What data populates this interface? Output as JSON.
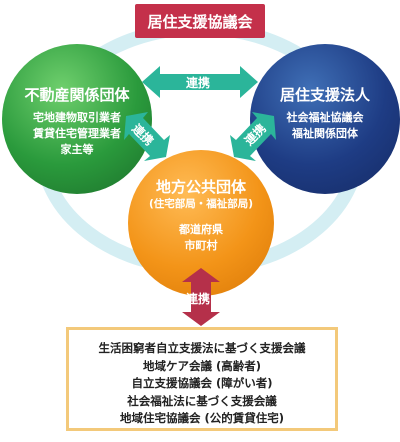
{
  "header": {
    "title": "居住支援協議会"
  },
  "organizations": {
    "real_estate": {
      "title": "不動産関係団体",
      "lines": [
        "宅地建物取引業者",
        "賃貸住宅管理業者",
        "家主等"
      ]
    },
    "support_corp": {
      "title": "居住支援法人",
      "lines": [
        "社会福祉協議会",
        "福祉関係団体"
      ]
    },
    "local_gov": {
      "title": "地方公共団体",
      "subtitle": "(住宅部局・福祉部局)",
      "lines": [
        "都道府県",
        "市町村"
      ]
    }
  },
  "links": {
    "top": "連携",
    "left": "連携",
    "right": "連携",
    "bottom": "連携"
  },
  "meetings": {
    "items": [
      "生活困窮者自立支援法に基づく支援会議",
      "地域ケア会議 (高齢者)",
      "自立支援協議会 (障がい者)",
      "社会福祉法に基づく支援会議",
      "地域住宅協議会 (公的賃貸住宅)"
    ]
  },
  "colors": {
    "header": "#c4304a",
    "real_estate": "#2a9a3c",
    "support_corp": "#1e3c84",
    "local_gov": "#f39418",
    "arrow": "#2bb59a",
    "arrow_bottom": "#b5304a",
    "ring": "#d4eef3",
    "box_border": "#f3c97a"
  }
}
